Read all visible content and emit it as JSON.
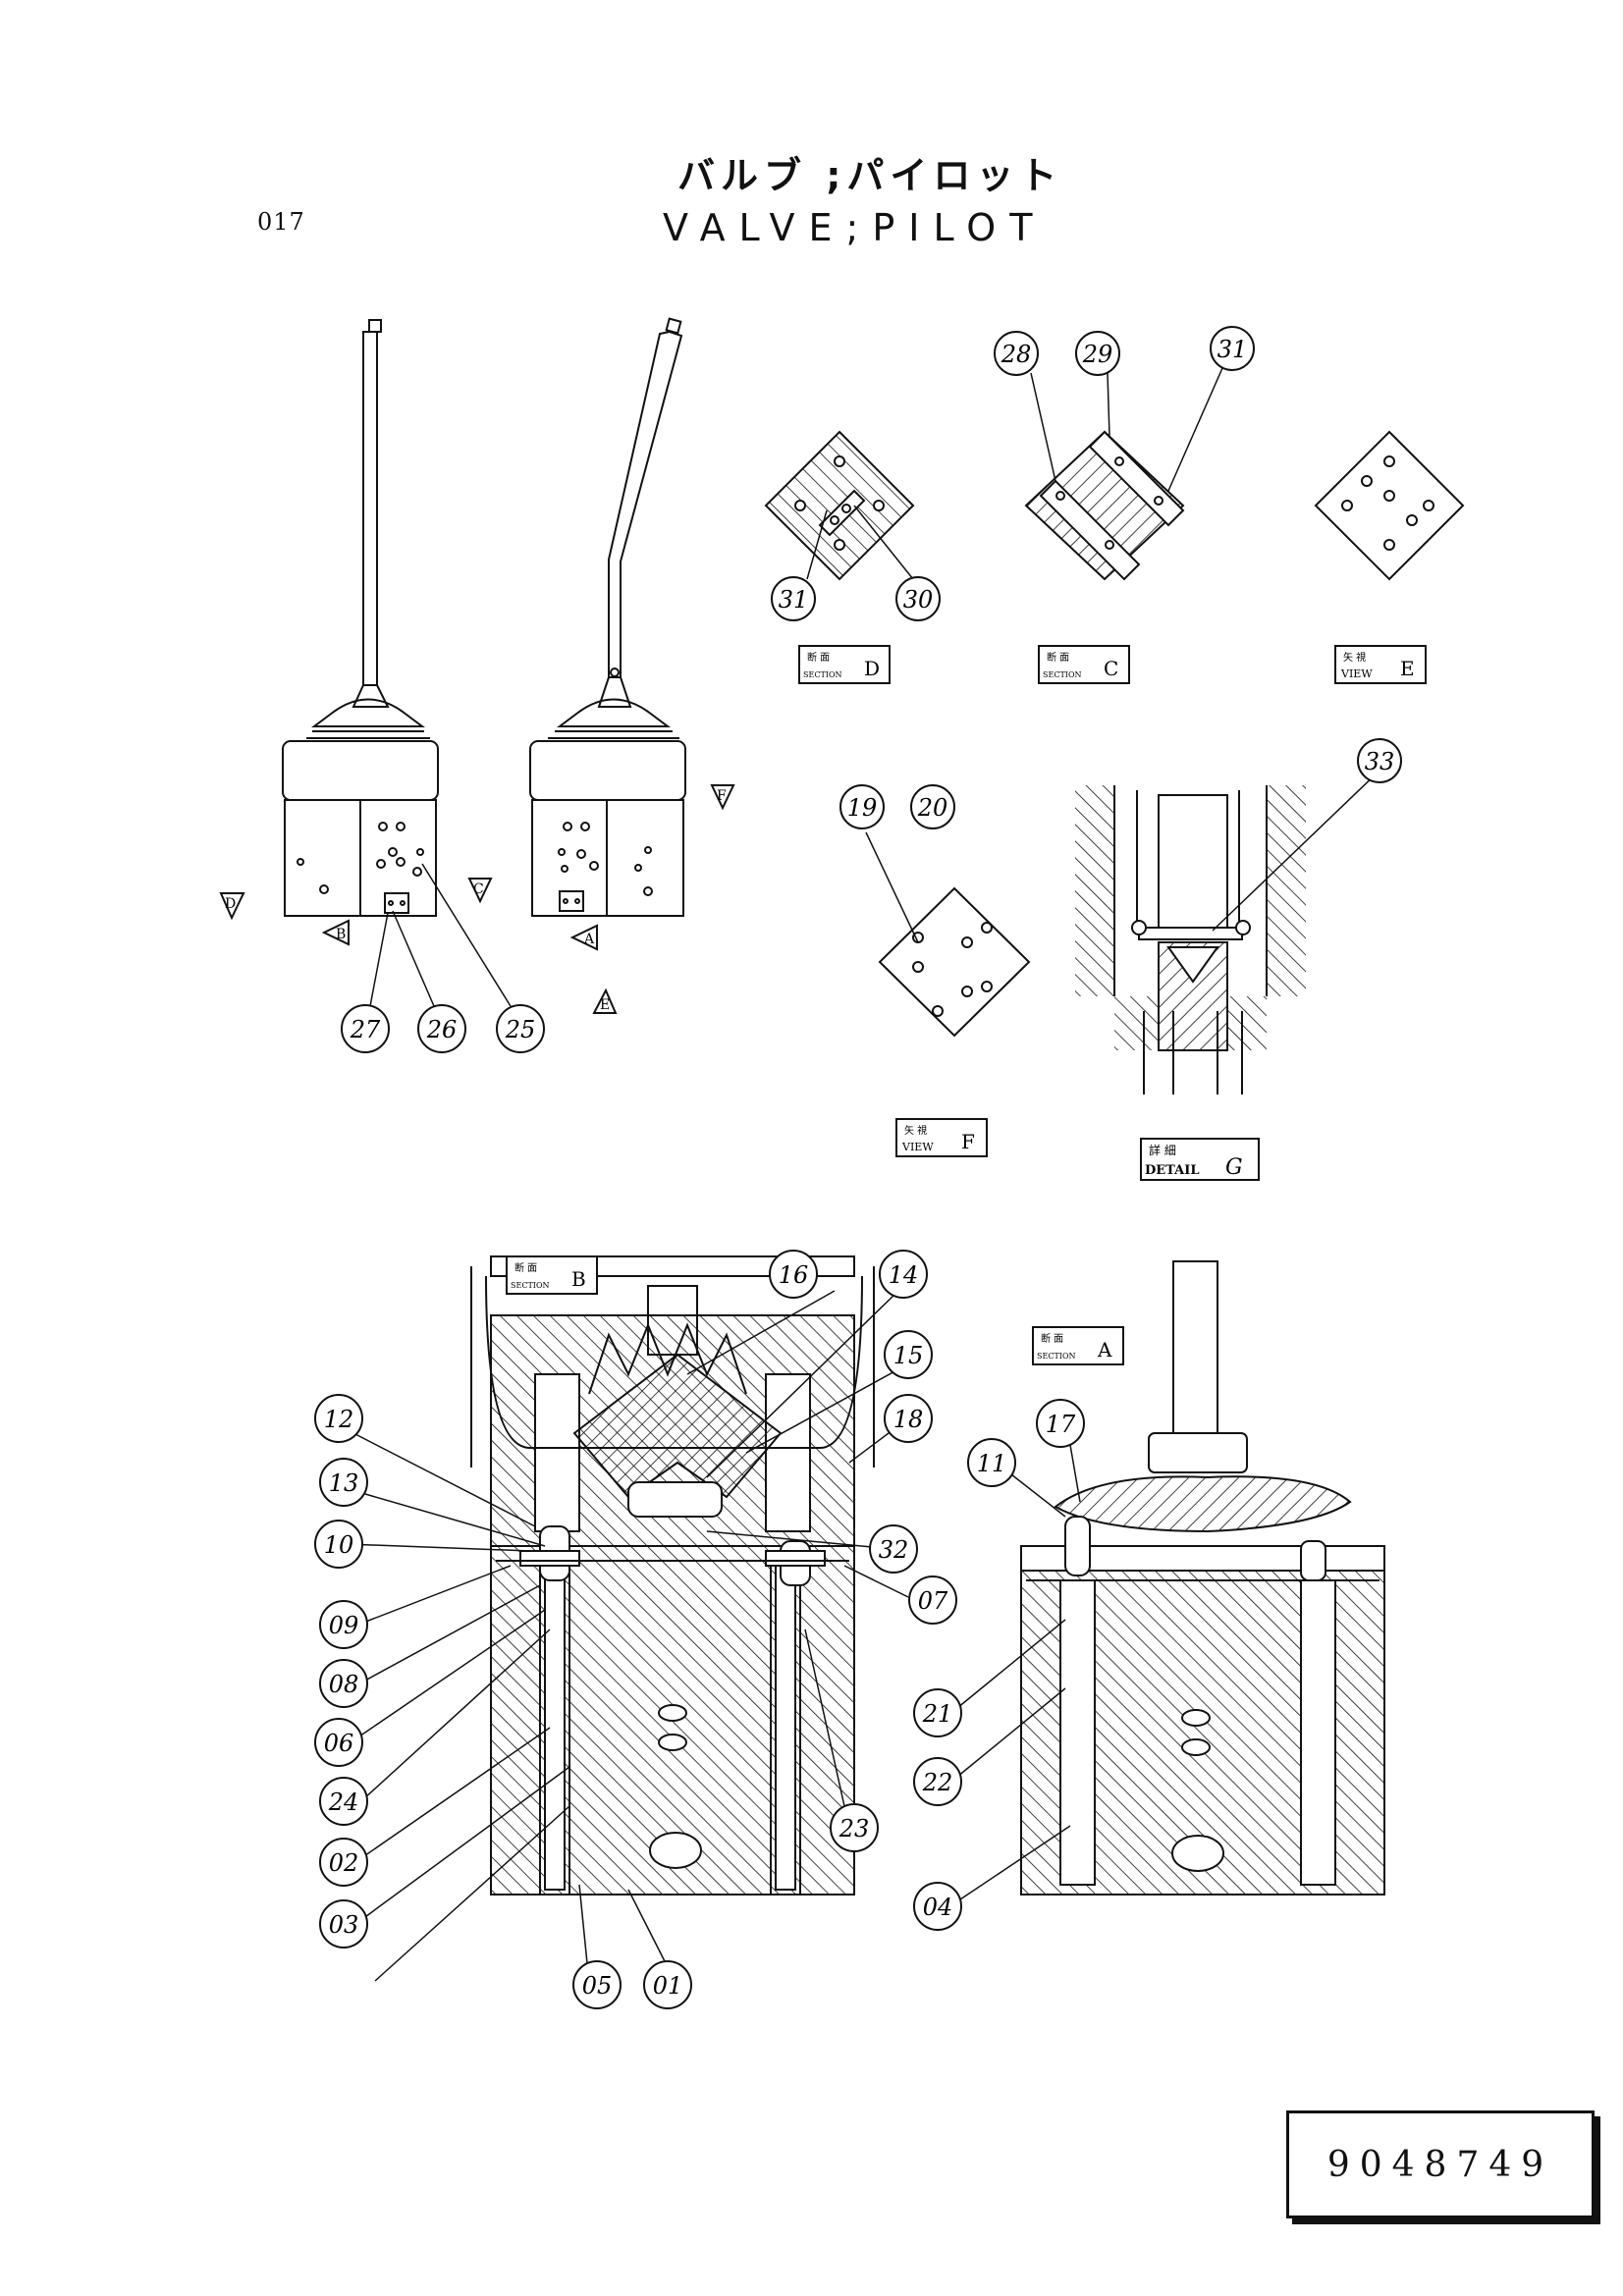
{
  "page": {
    "number": "017",
    "part_number": "9048749"
  },
  "title": {
    "jp": "バルブ ;パイロット",
    "en": "VALVE;PILOT"
  },
  "views": [
    {
      "id": "section-d",
      "kanji": "断 面",
      "word": "SECTION",
      "letter": "D"
    },
    {
      "id": "section-c",
      "kanji": "断 面",
      "word": "SECTION",
      "letter": "C"
    },
    {
      "id": "view-e",
      "kanji": "矢 視",
      "word": "VIEW",
      "letter": "E"
    },
    {
      "id": "view-f",
      "kanji": "矢 視",
      "word": "VIEW",
      "letter": "F"
    },
    {
      "id": "detail-g",
      "kanji": "詳 細",
      "word": "DETAIL",
      "letter": "G"
    },
    {
      "id": "section-b",
      "kanji": "断 面",
      "word": "SECTION",
      "letter": "B"
    },
    {
      "id": "section-a",
      "kanji": "断 面",
      "word": "SECTION",
      "letter": "A"
    }
  ],
  "arrows": {
    "a": "A",
    "b": "B",
    "c": "C",
    "d": "D",
    "e": "E",
    "f": "F"
  },
  "callouts": [
    "28",
    "29",
    "31",
    "31",
    "30",
    "19",
    "20",
    "33",
    "27",
    "26",
    "25",
    "16",
    "14",
    "15",
    "18",
    "12",
    "13",
    "10",
    "09",
    "08",
    "06",
    "24",
    "02",
    "03",
    "05",
    "01",
    "32",
    "07",
    "23",
    "17",
    "11",
    "21",
    "22",
    "04"
  ]
}
